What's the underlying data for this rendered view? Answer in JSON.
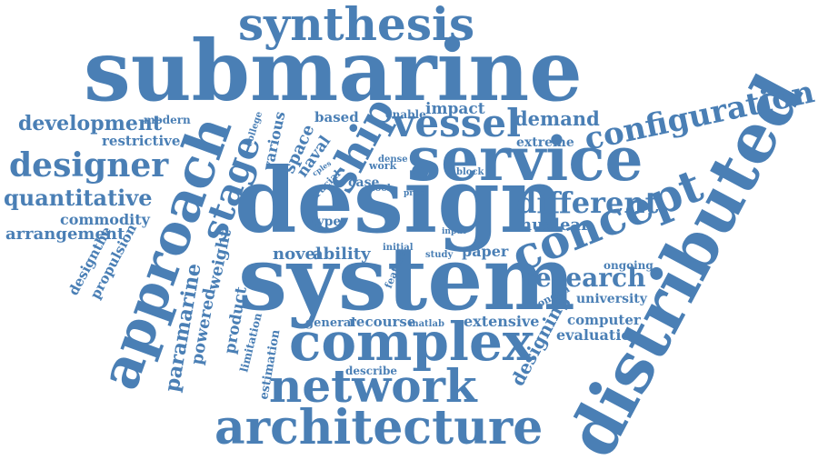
{
  "text_color": "#4a7fb5",
  "background_color": "#ffffff",
  "words": {
    "submarine": "submarine",
    "synthesis": "synthesis",
    "design": "design",
    "system": "system",
    "distributed": "distributed",
    "approach": "approach",
    "service": "service",
    "concept": "concept",
    "complex": "complex",
    "network": "network",
    "architecture": "architecture",
    "vessel": "vessel",
    "ship": "ship",
    "configuration": "configuration",
    "designer": "designer",
    "stage": "stage",
    "different": "different",
    "research": "research",
    "development": "development",
    "quantitative": "quantitative",
    "commodity": "commodity",
    "arrangement": "arrangement",
    "restrictive": "restrictive",
    "modern": "modern",
    "demand": "demand",
    "impact": "impact",
    "based": "based",
    "space": "space",
    "naval": "naval",
    "various": "various",
    "college": "college",
    "enable": "enable",
    "extreme": "extreme",
    "dense": "dense",
    "work": "work",
    "block": "block",
    "case": "case",
    "tool": "tool",
    "crucial": "crucial",
    "cples": "cples",
    "proc": "proc",
    "type": "type",
    "input": "input",
    "nuclear": "nuclear",
    "novel": "novel",
    "ability": "ability",
    "initial": "initial",
    "study": "study",
    "paper": "paper",
    "ongoing": "ongoing",
    "university": "university",
    "london": "london",
    "feature": "feature",
    "general": "general",
    "recourse": "recourse",
    "matlab": "matlab",
    "extensive": "extensive",
    "computer": "computer",
    "evaluation": "evaluation",
    "designing": "designing",
    "describe": "describe",
    "paramarine": "paramarine",
    "powered": "powered",
    "weight": "weight",
    "product": "product",
    "limitation": "limitation",
    "estimation": "estimation",
    "propulsion": "propulsion",
    "designthe": "designthe"
  }
}
